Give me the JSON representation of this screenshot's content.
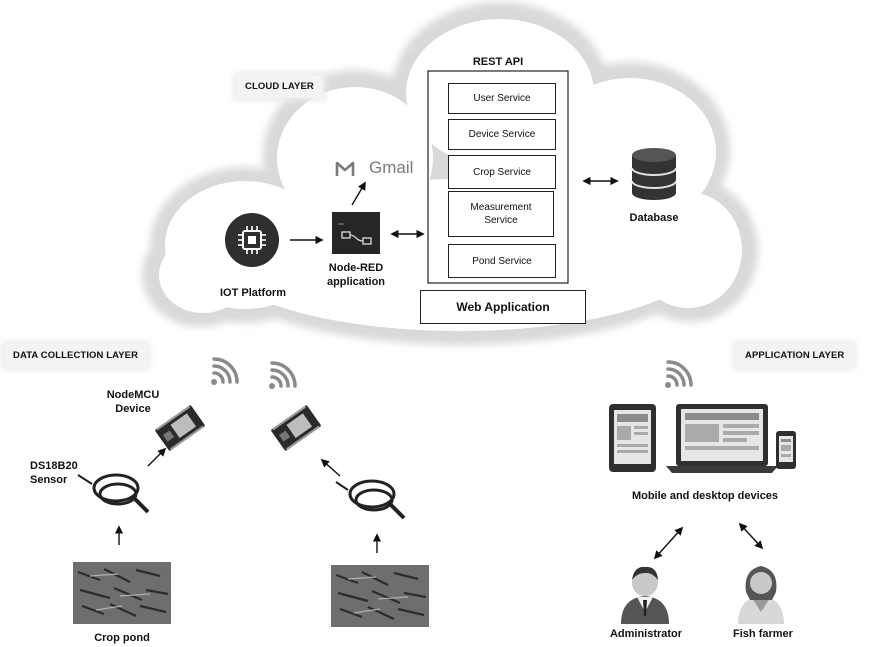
{
  "layers": {
    "cloud": "CLOUD LAYER",
    "data_collection": "DATA COLLECTION LAYER",
    "application": "APPLICATION LAYER"
  },
  "rest_api": {
    "title": "REST API",
    "services": [
      "User Service",
      "Device Service",
      "Crop Service",
      "Measurement Service",
      "Pond Service"
    ]
  },
  "web_application": "Web Application",
  "database": "Database",
  "gmail": "Gmail",
  "iot_platform": "IOT Platform",
  "node_red": {
    "line1": "Node-RED",
    "line2": "application"
  },
  "nodemcu": {
    "line1": "NodeMCU",
    "line2": "Device"
  },
  "sensor": {
    "line1": "DS18B20",
    "line2": "Sensor"
  },
  "crop_pond": "Crop pond",
  "devices": "Mobile and desktop devices",
  "users": {
    "admin": "Administrator",
    "farmer": "Fish farmer"
  }
}
